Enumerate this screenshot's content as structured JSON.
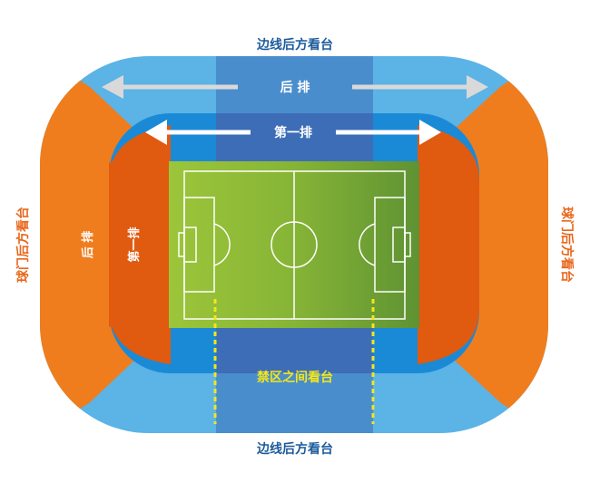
{
  "labels": {
    "top_sideline_back": "边线后方看台",
    "bottom_sideline_back": "边线后方看台",
    "back_row": "后 排",
    "first_row": "第一排",
    "left_goal_back": "球门后方看台",
    "right_goal_back": "球门后方看台",
    "left_back_row": "后 排",
    "left_first_row": "第一排",
    "restricted_zone": "禁区之间看台"
  },
  "colors": {
    "outer_blue": "#5bb3e6",
    "inner_blue": "#1b8ad6",
    "center_blue": "#3d6db7",
    "orange_outer": "#ef7d1e",
    "orange_inner": "#e05a10",
    "pitch_light": "#9cc53a",
    "pitch_dark": "#5f9233",
    "title_blue": "#1d5b9c",
    "side_orange": "#e8661a",
    "zone_yellow": "#f3e61a"
  }
}
